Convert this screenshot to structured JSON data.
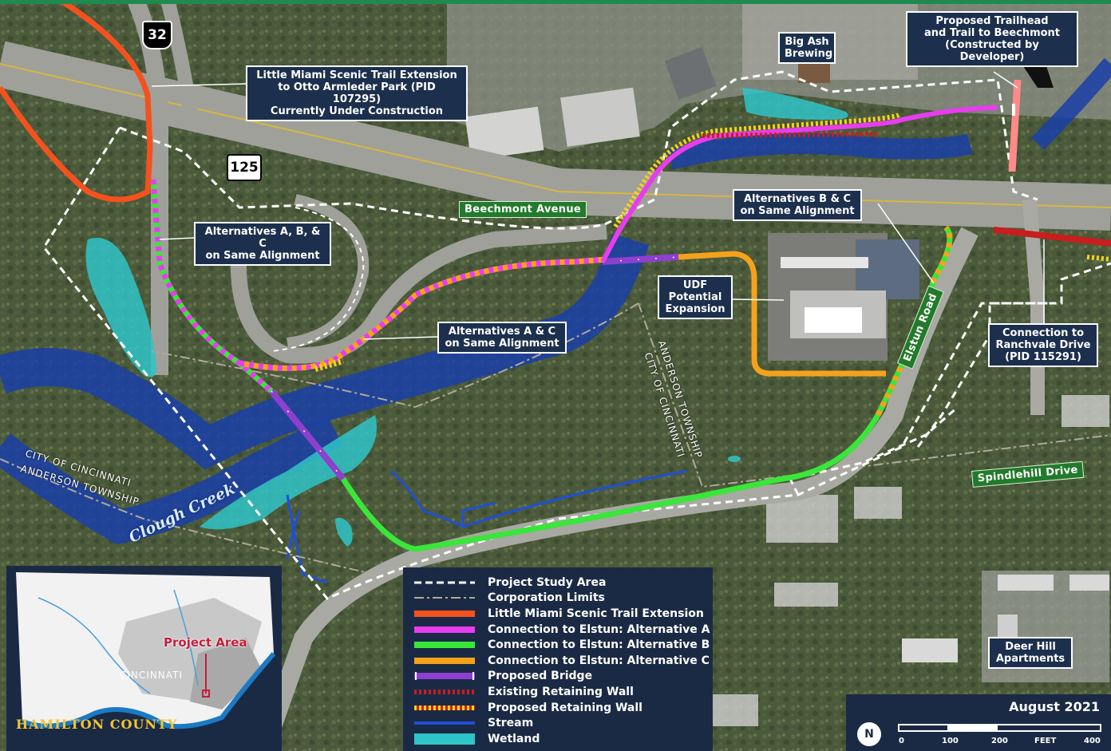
{
  "date": "August 2021",
  "shields": {
    "us_route": "32",
    "oh_route": "125"
  },
  "road_labels": {
    "beechmont": "Beechmont Avenue",
    "elstun": "Elstun Road",
    "spindlehill": "Spindlehill Drive"
  },
  "callouts": {
    "lmst_extension": "Little Miami Scenic Trail Extension\nto Otto Armleder Park (PID 107295)\nCurrently Under Construction",
    "big_ash": "Big Ash\nBrewing",
    "trailhead": "Proposed Trailhead\nand Trail to Beechmont\n(Constructed by Developer)",
    "alt_abc": "Alternatives A, B, & C\non Same Alignment",
    "alt_bc": "Alternatives B & C\non Same Alignment",
    "udf": "UDF\nPotential\nExpansion",
    "alt_ac": "Alternatives A & C\non Same Alignment",
    "ranchvale": "Connection to\nRanchvale Drive\n(PID 115291)",
    "deer_hill": "Deer Hill\nApartments"
  },
  "jurisdiction_labels": {
    "city_left": "CITY OF CINCINNATI",
    "township_left": "ANDERSON TOWNSHIP",
    "township_right": "ANDERSON TOWNSHIP",
    "city_right": "CITY OF CINCINNATI"
  },
  "creek": "Clough Creek",
  "legend": [
    {
      "label": "Project Study Area",
      "style": "white-dash"
    },
    {
      "label": "Corporation Limits",
      "style": "grey-dashdot"
    },
    {
      "label": "Little Miami Scenic Trail Extension",
      "color": "#f4511e"
    },
    {
      "label": "Connection to Elstun: Alternative A",
      "color": "#e83cf0"
    },
    {
      "label": "Connection to Elstun: Alternative B",
      "color": "#39e639"
    },
    {
      "label": "Connection to Elstun: Alternative C",
      "color": "#f5a21b"
    },
    {
      "label": "Proposed Bridge",
      "style": "bridge",
      "color": "#8e3fd0"
    },
    {
      "label": "Existing Retaining Wall",
      "style": "red-dash",
      "color": "#c81e1e"
    },
    {
      "label": "Proposed Retaining Wall",
      "style": "yellow-red-dash",
      "color": "#f5d21b"
    },
    {
      "label": "Stream",
      "color": "#1f4fd6"
    },
    {
      "label": "Wetland",
      "color": "#2fc4c8"
    }
  ],
  "inset": {
    "county": "HAMILTON COUNTY",
    "project_area": "Project Area",
    "city": "CINCINNATI"
  },
  "scale": {
    "ticks": [
      "0",
      "100",
      "200",
      "400"
    ],
    "unit": "FEET"
  },
  "north_symbol": "N"
}
